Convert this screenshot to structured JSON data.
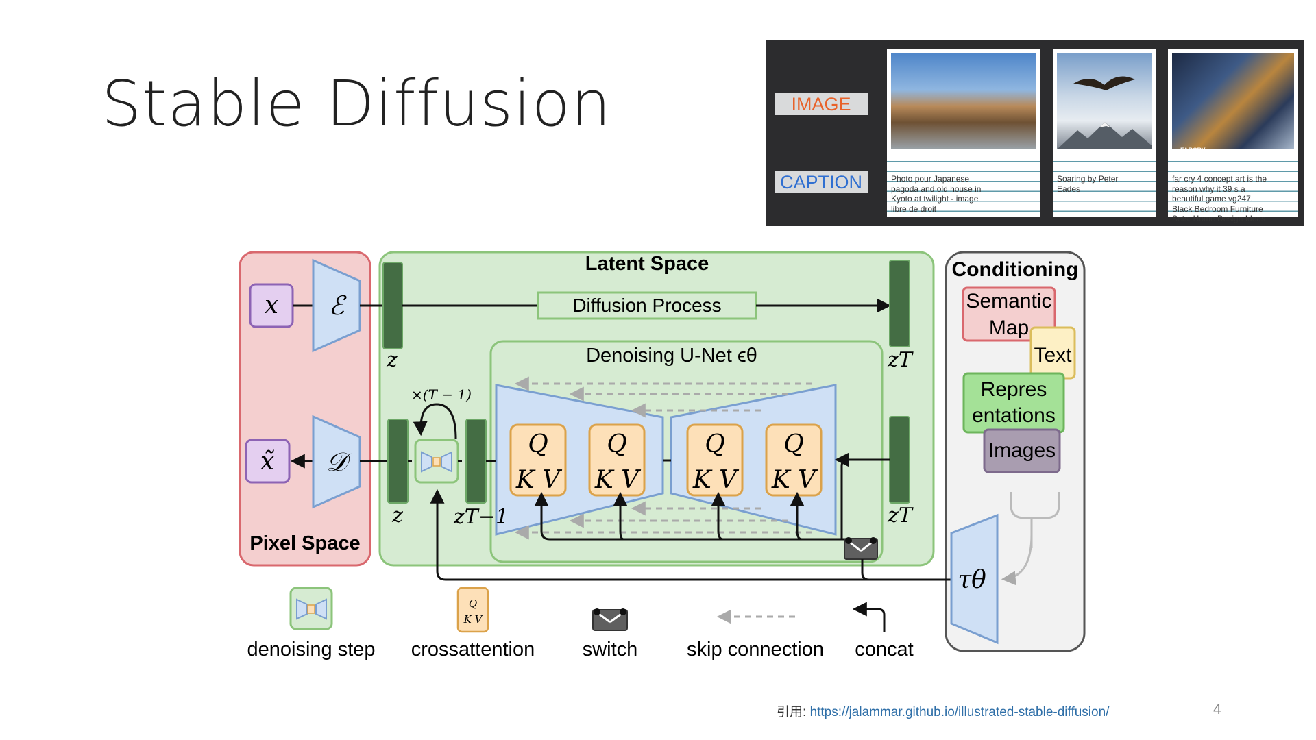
{
  "slide": {
    "title": "Stable Diffusion",
    "page_number": "4",
    "citation_prefix": "引用: ",
    "citation_url": "https://jalammar.github.io/illustrated-stable-diffusion/"
  },
  "dataset_panel": {
    "image_label": "IMAGE",
    "caption_label": "CAPTION",
    "samples": [
      {
        "caption_lines": [
          "Photo pour Japanese",
          "pagoda and old house in",
          "Kyoto at twilight - image",
          "libre de droit"
        ]
      },
      {
        "caption_lines": [
          "Soaring by Peter",
          "Eades"
        ]
      },
      {
        "caption_lines": [
          "far cry 4 concept art is the",
          "reason why it 39 s a",
          "beautiful game vg247.",
          "Black Bedroom Furniture",
          "Sets. Home Design Ideas"
        ],
        "logo": "FARCRY"
      }
    ]
  },
  "diagram": {
    "pixel_space_label": "Pixel Space",
    "latent_space_label": "Latent Space",
    "conditioning_label": "Conditioning",
    "diffusion_process_label": "Diffusion Process",
    "unet_label": "Denoising U-Net ϵθ",
    "x_label": "x",
    "x_tilde_label": "x̃",
    "encoder_label": "ℰ",
    "decoder_label": "𝒟",
    "z_label": "z",
    "z_T_label": "zT",
    "z_T_minus_1_label": "zT−1",
    "repeat_label": "×(T − 1)",
    "qkv_q": "Q",
    "qkv_kv": "K V",
    "tau_label": "τθ",
    "conditioning_items": [
      "Semantic Map",
      "Text",
      "Repres entations",
      "Images"
    ],
    "legend": [
      "denoising step",
      "crossattention",
      "switch",
      "skip connection",
      "concat"
    ]
  },
  "colors": {
    "pixel_bg": "#f4cfcf",
    "pixel_border": "#d9686e",
    "latent_bg": "#d6ebd2",
    "latent_border": "#8cc47b",
    "unet_bg": "#cfe0f5",
    "unet_border": "#7a9fd0",
    "qkv_bg": "#fde0b8",
    "qkv_border": "#dba24a",
    "dark_green": "#446d44"
  }
}
